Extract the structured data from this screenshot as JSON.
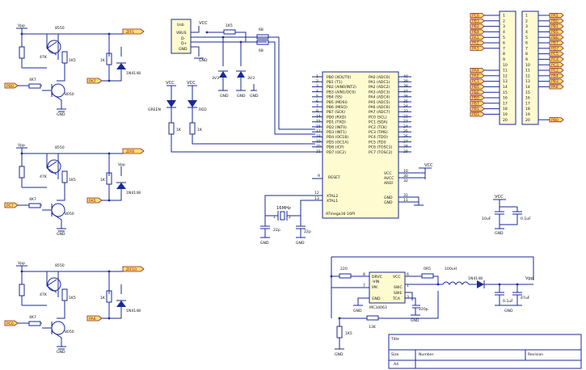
{
  "transistor_blocks": [
    {
      "vpp": "Vpp",
      "q1": "8550",
      "q2": "8050",
      "r_base1": "47K",
      "r_col": "1K5",
      "r_in": "4K7",
      "r_led": "1K",
      "diode": "1N4148",
      "zif": "ZIF1",
      "in_port": "PD0",
      "out_port": "PA7",
      "gnd1": "GND",
      "gnd2": "GND",
      "vpp2": ""
    },
    {
      "vpp": "Vpp",
      "q1": "8550",
      "q2": "8050",
      "r_base1": "47K",
      "r_col": "1K5",
      "r_in": "4K7",
      "r_led": "1K",
      "diode": "1N4148",
      "zif": "ZIF8",
      "in_port": "PC7",
      "out_port": "PA5",
      "gnd1": "GND",
      "gnd2": "GND",
      "vpp2": "Vpp"
    },
    {
      "vpp": "Vpp",
      "q1": "8550",
      "q2": "8050",
      "r_base1": "47K",
      "r_col": "1K5",
      "r_in": "4K7",
      "r_led": "1K",
      "diode": "1N4148",
      "zif": "ZIF10",
      "in_port": "PC6",
      "out_port": "PA6",
      "gnd1": "GND",
      "gnd2": "GND",
      "vpp2": ""
    }
  ],
  "usb": {
    "title": "Usb",
    "pins": [
      "VBUS",
      "D-",
      "D+",
      "GND"
    ],
    "vcc": "VCC",
    "gnd": "GND",
    "r1": "1K5",
    "r2": "68",
    "r3": "68",
    "zener1": "3V3",
    "zener2": "3V3",
    "gnd_labels": [
      "GND",
      "GND",
      "GND"
    ]
  },
  "leds": {
    "vcc1": "VCC",
    "vcc2": "VCC",
    "led1": "GREEN",
    "led2": "RED",
    "r1": "1K",
    "r2": "1K"
  },
  "mcu": {
    "name": "ATmega16-16PI",
    "left_pins": [
      "PB0 (XCK/T0)",
      "PB1 (T1)",
      "PB2 (AIN0/INT2)",
      "PB3 (AIN1/OC0)",
      "PB4 (SS)",
      "PB5 (MOSI)",
      "PB6 (MISO)",
      "PB7 (SCK)",
      "PD0 (RXD)",
      "PD1 (TXD)",
      "PD2 (INT0)",
      "PD3 (INT1)",
      "PD4 (OC1B)",
      "PD5 (OC1A)",
      "PD6 (ICP)",
      "PD7 (OC2)"
    ],
    "left_nums": [
      "1",
      "2",
      "3",
      "4",
      "5",
      "6",
      "7",
      "8",
      "14",
      "15",
      "16",
      "17",
      "18",
      "19",
      "20",
      "21"
    ],
    "right_pins": [
      "PA0 (ADC0)",
      "PA1 (ADC1)",
      "PA2 (ADC2)",
      "PA3 (ADC3)",
      "PA4 (ADC4)",
      "PA5 (ADC5)",
      "PA6 (ADC6)",
      "PA7 (ADC7)",
      "PC0 (SCL)",
      "PC1 (SDA)",
      "PC2 (TCK)",
      "PC3 (TMS)",
      "PC4 (TDO)",
      "PC5 (TDI)",
      "PC6 (TOSC1)",
      "PC7 (TOSC2)"
    ],
    "right_nums": [
      "40",
      "39",
      "38",
      "37",
      "36",
      "35",
      "34",
      "33",
      "22",
      "23",
      "24",
      "25",
      "26",
      "27",
      "28",
      "29"
    ],
    "reset": "RESET",
    "reset_num": "9",
    "power_pins": [
      "VCC",
      "AVCC",
      "AREF",
      "GND",
      "GND"
    ],
    "power_nums": [
      "10",
      "30",
      "32",
      "31",
      "11"
    ],
    "xtal_pins": [
      "XTAL2",
      "XTAL1"
    ],
    "xtal_nums": [
      "12",
      "13"
    ],
    "vcc": "VCC"
  },
  "crystal": {
    "freq": "16MHz",
    "c1": "22p",
    "c2": "22p",
    "gnd1": "GND",
    "gnd2": "GND",
    "p1": "1",
    "p2": "2"
  },
  "header_left": {
    "nums": [
      "1",
      "2",
      "3",
      "4",
      "5",
      "6",
      "7",
      "8",
      "9",
      "10",
      "11",
      "12",
      "13",
      "14",
      "15",
      "16",
      "17",
      "18",
      "19",
      "20"
    ],
    "labels": [
      "PC6",
      "PB3",
      "PB2",
      "PB4",
      "PA1",
      "PA2",
      "PA3",
      "",
      "",
      "",
      "PA4",
      "PA0",
      "PC1",
      "PB5",
      "PB6",
      "PB0",
      "PB7",
      "PB1",
      "PD1",
      ""
    ]
  },
  "header_right": {
    "nums": [
      "1",
      "2",
      "3",
      "4",
      "5",
      "6",
      "7",
      "8",
      "9",
      "10",
      "11",
      "12",
      "13",
      "14",
      "15",
      "16",
      "17",
      "18",
      "19",
      "20"
    ],
    "labels": [
      "PA5",
      "PB0",
      "PB1",
      "PB5",
      "PB6",
      "PB7",
      "PD7",
      "PC5",
      "PC4",
      "PC3",
      "PC2",
      "PB4",
      "PB3",
      "PA6",
      "",
      "",
      "",
      "",
      "",
      "PB0"
    ]
  },
  "decoupling": {
    "vcc": "VCC",
    "c1": "10uF",
    "c2": "0.1uF",
    "gnd": "GND"
  },
  "boost": {
    "chip": "MC34063",
    "pins_left": [
      "DRVC",
      "IPK",
      "-VIN",
      "GND"
    ],
    "pins_right": [
      "VCC",
      "SWC",
      "SWE",
      "TCA"
    ],
    "nums": [
      "8",
      "7",
      "6",
      "5",
      "1",
      "2",
      "3",
      "4"
    ],
    "r_sense": "0R5",
    "r_in": "220",
    "r_fb1": "1K5",
    "r_fb2": "13K",
    "inductor": "100uH",
    "diode": "1N4148",
    "c_t": "220p",
    "c1": "0.1uF",
    "c2": "47uF",
    "vcc": "VCC",
    "vpp": "Vpp",
    "gnd_labels": [
      "GND",
      "GND",
      "GND",
      "GND",
      "GND"
    ]
  },
  "title_block": {
    "title": "Title",
    "size_label": "Size",
    "size": "A4",
    "number_label": "Number",
    "revision_label": "Revision"
  }
}
